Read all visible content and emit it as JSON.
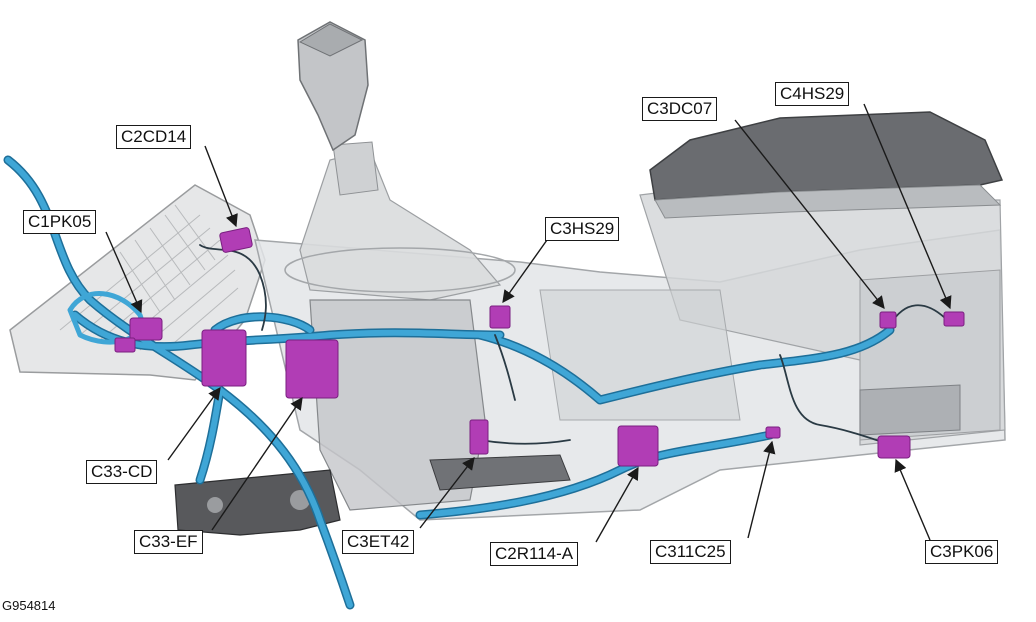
{
  "figure_id": "G954814",
  "colors": {
    "harness": "#3fa6d6",
    "harness_dark": "#1e6f99",
    "connector": "#b13db5",
    "connector_dark": "#7a1f80",
    "housing": "#d8dadc",
    "housing_dark": "#8a8d90",
    "armrest": "#5e6064",
    "leader": "#1a1a1a"
  },
  "connectors": [
    {
      "id": "c2cd14",
      "label": "C2CD14"
    },
    {
      "id": "c1pk05",
      "label": "C1PK05"
    },
    {
      "id": "c3hs29",
      "label": "C3HS29"
    },
    {
      "id": "c3dc07",
      "label": "C3DC07"
    },
    {
      "id": "c4hs29",
      "label": "C4HS29"
    },
    {
      "id": "c33cd",
      "label": "C33-CD"
    },
    {
      "id": "c33ef",
      "label": "C33-EF"
    },
    {
      "id": "c3et42",
      "label": "C3ET42"
    },
    {
      "id": "c2r114a",
      "label": "C2R114-A"
    },
    {
      "id": "c311c25",
      "label": "C311C25"
    },
    {
      "id": "c3pk06",
      "label": "C3PK06"
    }
  ]
}
